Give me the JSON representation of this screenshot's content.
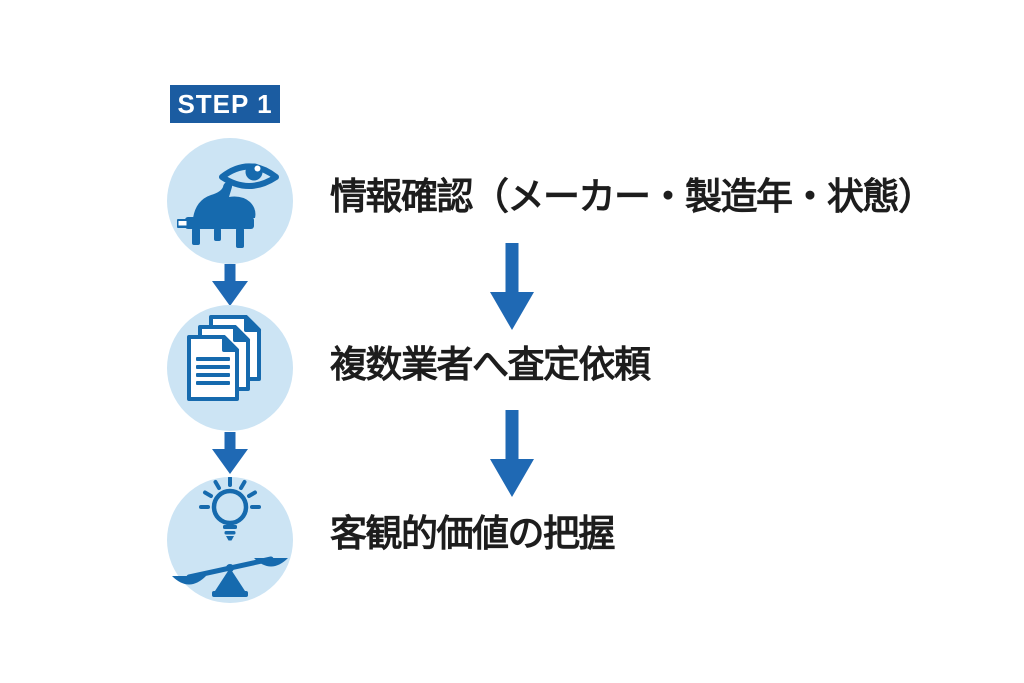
{
  "badge": {
    "label": "STEP 1"
  },
  "steps": [
    {
      "icon": "grand-piano-eye-icon",
      "label": "情報確認（メーカー・製造年・状態）"
    },
    {
      "icon": "documents-stack-icon",
      "label": "複数業者へ査定依頼"
    },
    {
      "icon": "lightbulb-scale-icon",
      "label": "客観的価値の把握"
    }
  ],
  "colors": {
    "background": "#ffffff",
    "badge_bg": "#1b5ca1",
    "badge_text": "#ffffff",
    "circle_bg": "#cce4f4",
    "icon_blue": "#166aae",
    "arrow_blue": "#1f69b4",
    "label_text": "#1d1d1d"
  }
}
